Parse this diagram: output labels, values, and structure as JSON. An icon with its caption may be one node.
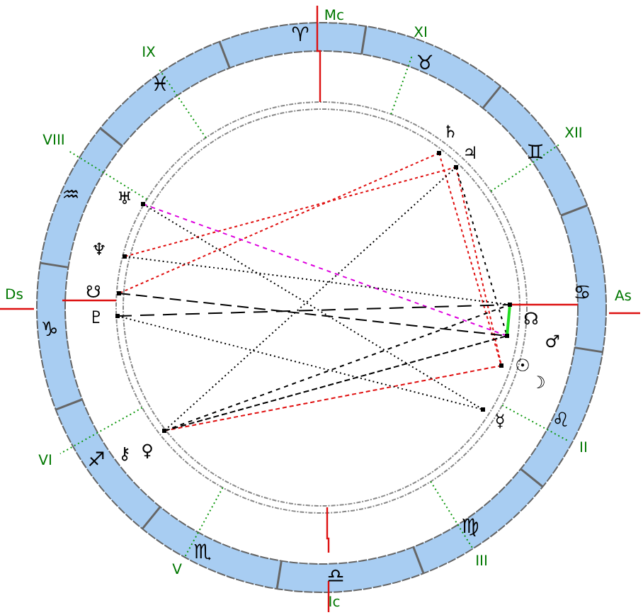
{
  "diagram": {
    "labels": [
      "Mc",
      "♈",
      "IX",
      "XI",
      "♓",
      "♉",
      "VIII",
      "♄",
      "♃",
      "♒",
      "♅",
      "♊",
      "XII",
      "♆",
      "Ds",
      "☋",
      "♇",
      "♋",
      "As",
      "☊",
      "♂",
      "♑",
      "☉",
      "☽",
      "☿",
      "♌",
      "II",
      "♐",
      "⚷",
      "♀",
      "VI",
      "♍",
      "♏",
      "III",
      "V",
      "♎",
      "Ic"
    ]
  }
}
